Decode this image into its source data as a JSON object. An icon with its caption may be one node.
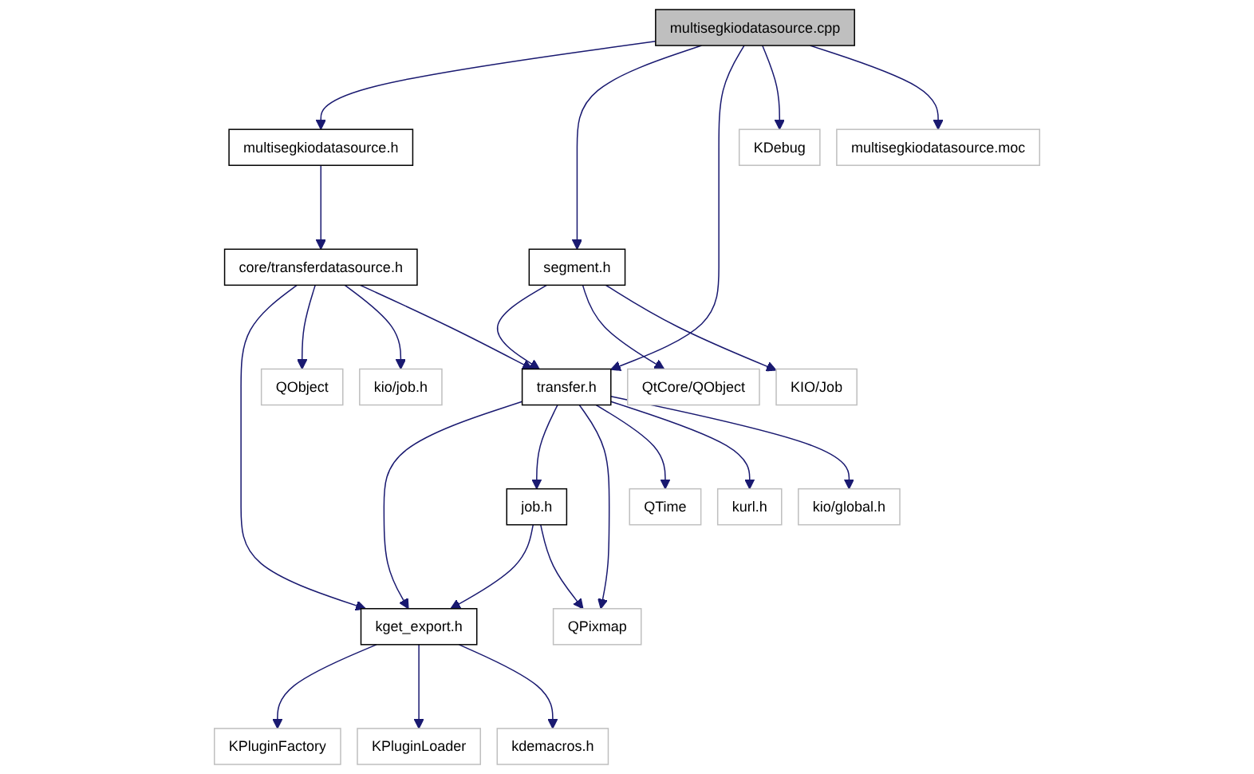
{
  "diagram": {
    "nodes": [
      {
        "text": [
          "multisegkiodatasource.cpp"
        ]
      },
      {
        "text": [
          "multisegkiodatasource.h"
        ]
      },
      {
        "text": [
          "segment.h"
        ]
      },
      {
        "text": [
          "KDebug"
        ]
      },
      {
        "text": [
          "multisegkiodatasource.moc"
        ]
      },
      {
        "text": [
          "core/transferdatasource.h"
        ]
      },
      {
        "text": [
          "QtCore/QObject"
        ]
      },
      {
        "text": [
          "KIO/Job"
        ]
      },
      {
        "text": [
          "QObject"
        ]
      },
      {
        "text": [
          "kio/job.h"
        ]
      },
      {
        "text": [
          "transfer.h"
        ]
      },
      {
        "text": [
          "job.h"
        ]
      },
      {
        "text": [
          "QTime"
        ]
      },
      {
        "text": [
          "kurl.h"
        ]
      },
      {
        "text": [
          "kio/global.h"
        ]
      },
      {
        "text": [
          "kget_export.h"
        ]
      },
      {
        "text": [
          "QPixmap"
        ]
      },
      {
        "text": [
          "KPluginFactory"
        ]
      },
      {
        "text": [
          "KPluginLoader"
        ]
      },
      {
        "text": [
          "kdemacros.h"
        ]
      }
    ],
    "edges": [
      {
        "from": 0,
        "to": 1,
        "arrow": "to"
      },
      {
        "from": 0,
        "to": 2,
        "arrow": "to"
      },
      {
        "from": 0,
        "to": 10,
        "arrow": "to"
      },
      {
        "from": 0,
        "to": 3,
        "arrow": "to"
      },
      {
        "from": 0,
        "to": 4,
        "arrow": "to"
      },
      {
        "from": 1,
        "to": 5,
        "arrow": "to"
      },
      {
        "from": 2,
        "to": 10,
        "arrow": "to"
      },
      {
        "from": 2,
        "to": 6,
        "arrow": "to"
      },
      {
        "from": 2,
        "to": 7,
        "arrow": "to"
      },
      {
        "from": 5,
        "to": 15,
        "arrow": "to"
      },
      {
        "from": 5,
        "to": 8,
        "arrow": "to"
      },
      {
        "from": 5,
        "to": 9,
        "arrow": "to"
      },
      {
        "from": 5,
        "to": 10,
        "arrow": "to"
      },
      {
        "from": 10,
        "to": 15,
        "arrow": "to"
      },
      {
        "from": 10,
        "to": 11,
        "arrow": "to"
      },
      {
        "from": 10,
        "to": 16,
        "arrow": "to"
      },
      {
        "from": 10,
        "to": 12,
        "arrow": "to"
      },
      {
        "from": 10,
        "to": 13,
        "arrow": "to"
      },
      {
        "from": 10,
        "to": 14,
        "arrow": "to"
      },
      {
        "from": 11,
        "to": 15,
        "arrow": "to"
      },
      {
        "from": 11,
        "to": 16,
        "arrow": "to"
      },
      {
        "from": 15,
        "to": 17,
        "arrow": "to"
      },
      {
        "from": 15,
        "to": 18,
        "arrow": "to"
      },
      {
        "from": 15,
        "to": 19,
        "arrow": "to"
      }
    ]
  }
}
